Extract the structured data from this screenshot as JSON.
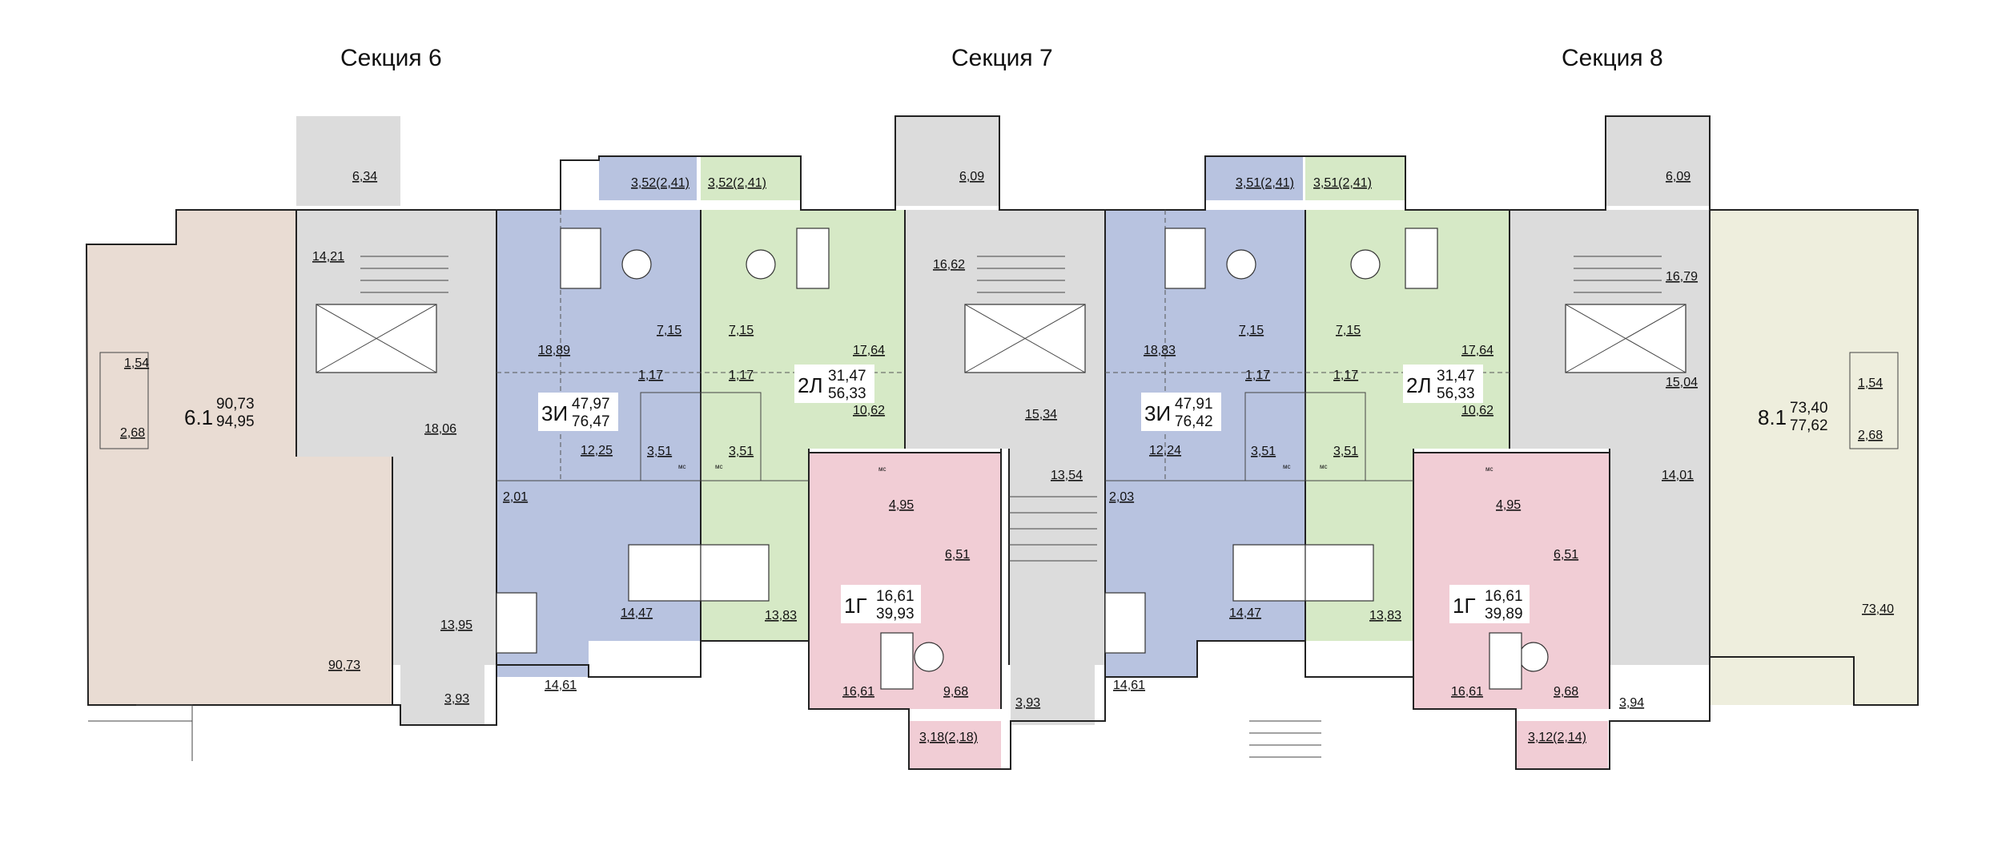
{
  "sections": {
    "s6": "Секция 6",
    "s7": "Секция 7",
    "s8": "Секция 8"
  },
  "apartments": {
    "a61": {
      "code": "6.1",
      "living": "90,73",
      "total": "94,95"
    },
    "a3i1": {
      "code": "3И",
      "living": "47,97",
      "total": "76,47"
    },
    "a2l1": {
      "code": "2Л",
      "living": "31,47",
      "total": "56,33"
    },
    "a1g1": {
      "code": "1Г",
      "living": "16,61",
      "total": "39,93"
    },
    "a3i2": {
      "code": "3И",
      "living": "47,91",
      "total": "76,42"
    },
    "a2l2": {
      "code": "2Л",
      "living": "31,47",
      "total": "56,33"
    },
    "a1g2": {
      "code": "1Г",
      "living": "16,61",
      "total": "39,89"
    },
    "a81": {
      "code": "8.1",
      "living": "73,40",
      "total": "77,62"
    }
  },
  "rooms": {
    "r634": "6,34",
    "r1421": "14,21",
    "r1806": "18,06",
    "r154a": "1,54",
    "r268a": "2,68",
    "r9073": "90,73",
    "r1395": "13,95",
    "r393a": "3,93",
    "r352a": "3,52(2,41)",
    "r352b": "3,52(2,41)",
    "r1889": "18,89",
    "r715a": "7,15",
    "r715b": "7,15",
    "r117a": "1,17",
    "r117b": "1,17",
    "r1225": "12,25",
    "r351a": "3,51",
    "r351b": "3,51",
    "r201": "2,01",
    "r1447a": "14,47",
    "r1461a": "14,61",
    "r1764a": "17,64",
    "r1062a": "10,62",
    "r1383a": "13,83",
    "r609a": "6,09",
    "r1662": "16,62",
    "r1534": "15,34",
    "r1354": "13,54",
    "r495a": "4,95",
    "r651a": "6,51",
    "r1661a": "16,61",
    "r968a": "9,68",
    "r318": "3,18(2,18)",
    "r393b": "3,93",
    "r351c": "3,51(2,41)",
    "r351d": "3,51(2,41)",
    "r1883": "18,83",
    "r715c": "7,15",
    "r715d": "7,15",
    "r117c": "1,17",
    "r117d": "1,17",
    "r1224": "12,24",
    "r351e": "3,51",
    "r351f": "3,51",
    "r203": "2,03",
    "r1447b": "14,47",
    "r1461b": "14,61",
    "r1764b": "17,64",
    "r1062b": "10,62",
    "r1383b": "13,83",
    "r609b": "6,09",
    "r1679": "16,79",
    "r1504": "15,04",
    "r1401": "14,01",
    "r394": "3,94",
    "r495b": "4,95",
    "r651b": "6,51",
    "r1661b": "16,61",
    "r968b": "9,68",
    "r312": "3,12(2,14)",
    "r154b": "1,54",
    "r268b": "2,68",
    "r7340": "73,40"
  },
  "labels": {
    "mc": "мс"
  },
  "colors": {
    "commercial_6": "#e9dcd3",
    "commercial_8": "#eeeedd",
    "apt_3i": "#b8c3e0",
    "apt_2l": "#d6e9c6",
    "apt_1g": "#f1cdd5",
    "common": "#dcdcdc",
    "balcony_blue": "#b8c3e0",
    "balcony_green": "#d6e9c6",
    "balcony_pink": "#f1cdd5"
  }
}
